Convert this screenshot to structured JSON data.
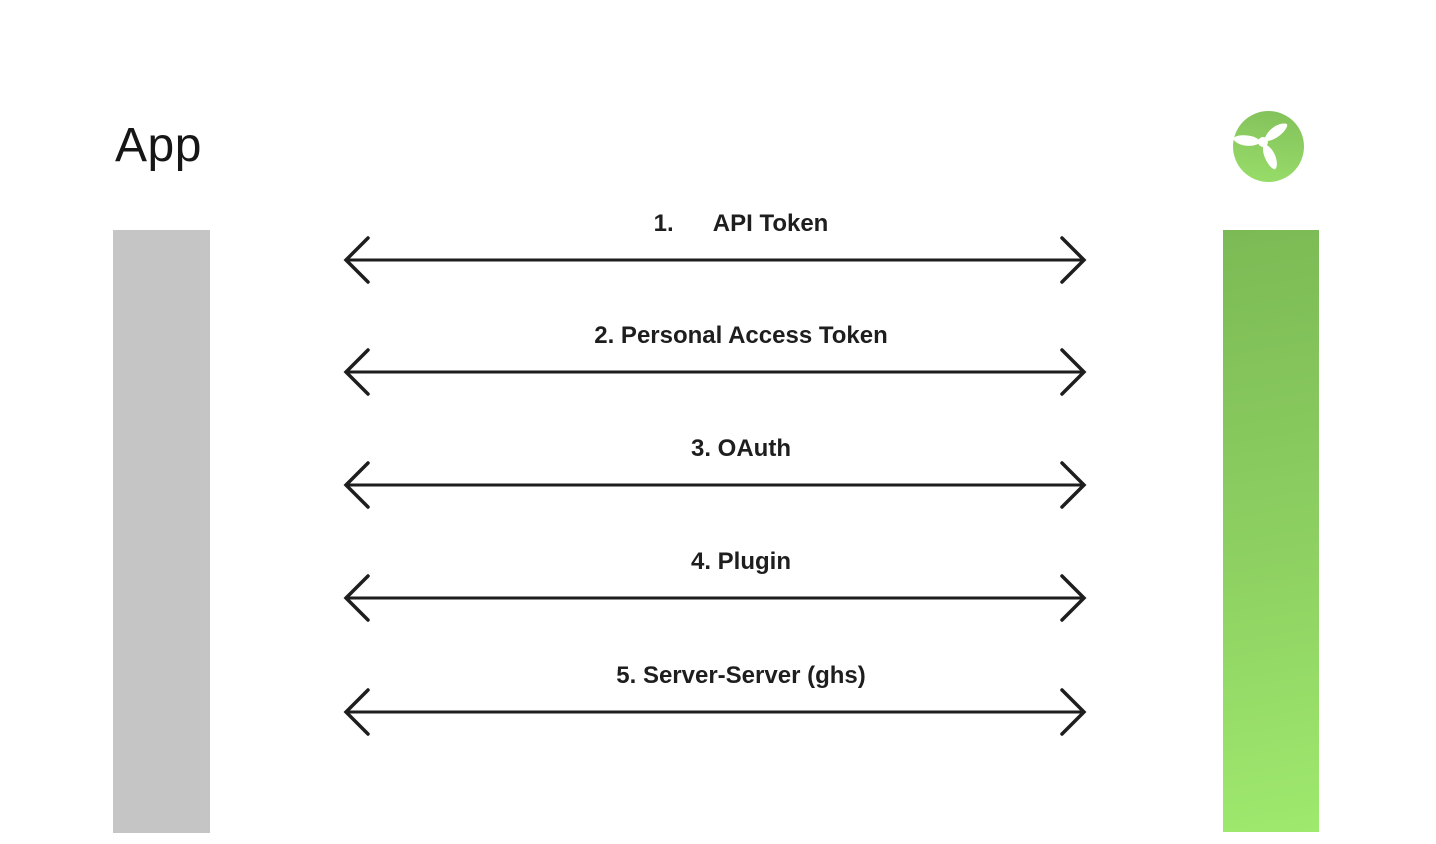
{
  "header": {
    "title": "App"
  },
  "logo": {
    "icon": "propeller-turbine-icon",
    "circle_gradient_top": "#84c25b",
    "circle_gradient_bottom": "#97dc69",
    "blade_color": "#ffffff"
  },
  "bars": {
    "left_app_bar_color": "#c5c5c5",
    "right_bar_gradient_top": "#7cba55",
    "right_bar_gradient_bottom": "#9fe96e"
  },
  "arrows": [
    {
      "label": "1.      API Token"
    },
    {
      "label": "2. Personal Access Token"
    },
    {
      "label": "3. OAuth"
    },
    {
      "label": "4. Plugin"
    },
    {
      "label": "5. Server-Server (ghs)"
    }
  ],
  "colors": {
    "arrow_stroke": "#1e1e1e",
    "label_text": "#1e1e1e",
    "background": "#ffffff"
  }
}
